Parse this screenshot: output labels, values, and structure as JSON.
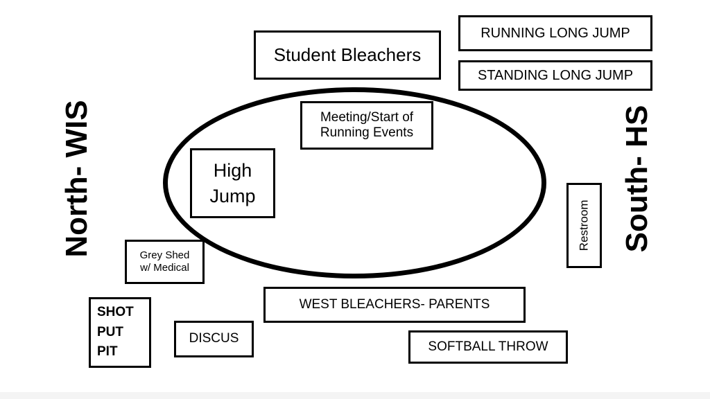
{
  "map": {
    "north_label": "North- WIS",
    "south_label": "South- HS",
    "student_bleachers": "Student Bleachers",
    "running_long_jump": "RUNNING LONG JUMP",
    "standing_long_jump": "STANDING LONG JUMP",
    "meeting_start": [
      "Meeting/Start of",
      "Running Events"
    ],
    "high_jump": [
      "High",
      "Jump"
    ],
    "restroom": "Restroom",
    "grey_shed": [
      "Grey Shed",
      "w/ Medical"
    ],
    "west_bleachers": "WEST BLEACHERS- PARENTS",
    "shot_put": [
      "SHOT",
      "PUT",
      "PIT"
    ],
    "discus": "DISCUS",
    "softball_throw": "SOFTBALL THROW"
  }
}
